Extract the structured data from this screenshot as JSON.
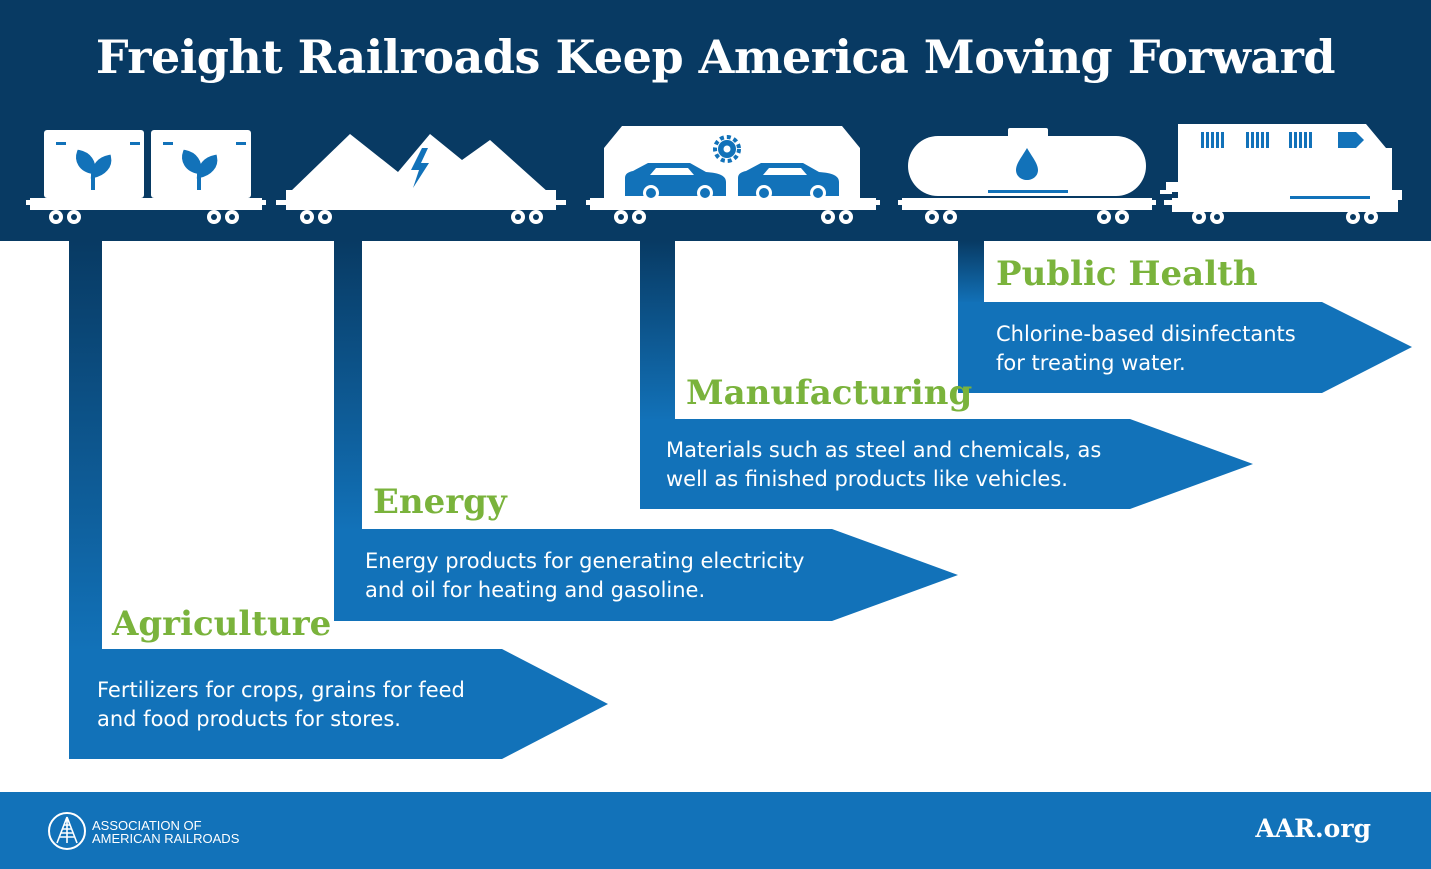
{
  "header": {
    "title": "Freight Railroads Keep America Moving Forward"
  },
  "colors": {
    "navy": "#083a63",
    "blue": "#1272b9",
    "green": "#7ab33c",
    "white": "#ffffff"
  },
  "train": {
    "cars": [
      {
        "icon": "plant-icon"
      },
      {
        "icon": "lightning-icon"
      },
      {
        "icon": "car-icon"
      },
      {
        "icon": "water-drop-icon"
      },
      {
        "icon": "locomotive-icon"
      }
    ]
  },
  "categories": [
    {
      "title": "Agriculture",
      "lines": [
        "Fertilizers for crops, grains for feed",
        "and food products for stores."
      ]
    },
    {
      "title": "Energy",
      "lines": [
        "Energy products for generating electricity",
        "and oil for heating and gasoline."
      ]
    },
    {
      "title": "Manufacturing",
      "lines": [
        "Materials such as steel and chemicals, as",
        "well as finished products like vehicles."
      ]
    },
    {
      "title": "Public Health",
      "lines": [
        "Chlorine-based disinfectants",
        "for treating water."
      ]
    }
  ],
  "footer": {
    "org_lines": [
      "Association of",
      "American Railroads"
    ],
    "site": "AAR.org"
  }
}
